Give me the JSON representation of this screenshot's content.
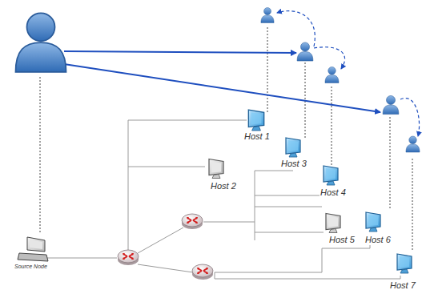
{
  "diagram": {
    "labels": [
      "Host 1",
      "Host 3",
      "Host 2",
      "Host 4",
      "Host 5",
      "Host 6",
      "Host 7",
      "Source Node"
    ]
  }
}
